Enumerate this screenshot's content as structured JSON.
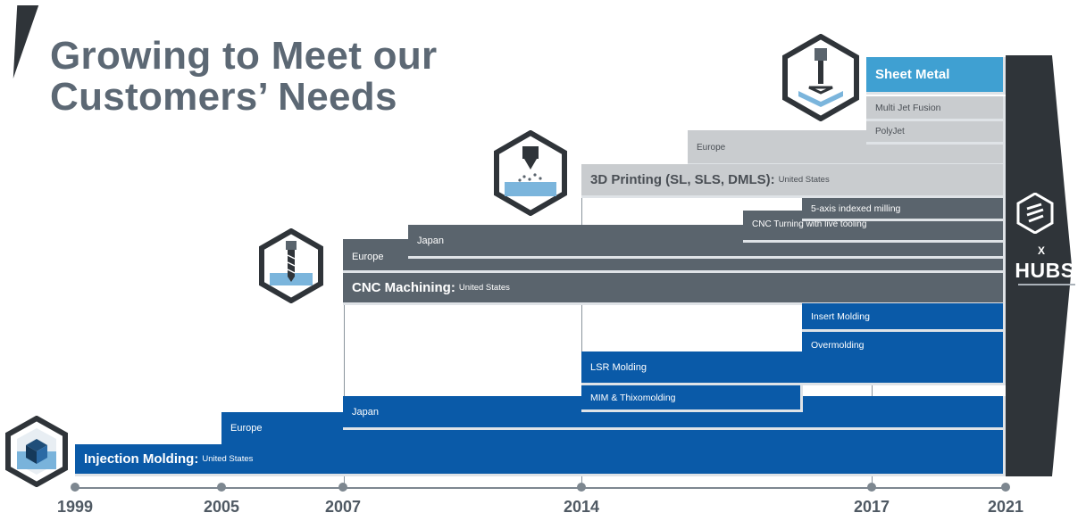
{
  "title": {
    "line1": "Growing to Meet our",
    "line2": "Customers’ Needs"
  },
  "timeline": {
    "years": [
      "1999",
      "2005",
      "2007",
      "2014",
      "2017",
      "2021"
    ]
  },
  "bars": {
    "injection_molding": {
      "main": "Injection Molding:",
      "sub": "United States"
    },
    "injection_europe": "Europe",
    "injection_japan": "Japan",
    "mim": "MIM & Thixomolding",
    "lsr": "LSR Molding",
    "overmolding": "Overmolding",
    "insert_molding": "Insert Molding",
    "cnc": {
      "main": "CNC Machining:",
      "sub": "United States"
    },
    "cnc_europe": "Europe",
    "cnc_japan": "Japan",
    "cnc_turning": "CNC Turning with live tooling",
    "five_axis": "5-axis indexed milling",
    "printing": {
      "main": "3D Printing (SL, SLS, DMLS):",
      "sub": "United States"
    },
    "printing_europe": "Europe",
    "polyjet": "PolyJet",
    "mjf": "Multi Jet Fusion",
    "sheet_metal": "Sheet Metal"
  },
  "brand": {
    "x": "X",
    "name": "HUBS"
  },
  "colors": {
    "blue": "#0a5aa8",
    "light_blue": "#3fa0d2",
    "dark_gray": "#5a646d",
    "light_gray": "#c9cccf",
    "band": "#2f3439"
  },
  "icons": [
    "cube-hex-icon",
    "drill-bit-hex-icon",
    "3d-printer-nozzle-hex-icon",
    "sheet-metal-press-hex-icon",
    "hubs-logo-icon"
  ]
}
